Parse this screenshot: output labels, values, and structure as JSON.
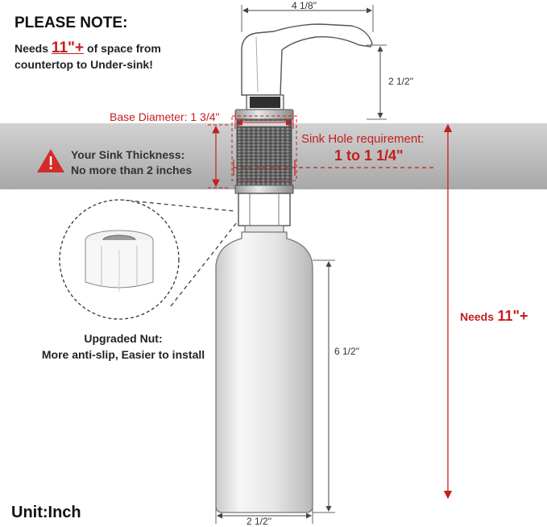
{
  "note": {
    "heading": "PLEASE NOTE:",
    "line1_prefix": "Needs",
    "line1_value": "11\"+",
    "line1_suffix": "of space from",
    "line2": "countertop to Under-sink!"
  },
  "dimensions": {
    "top_width": "4 1/8\"",
    "spout_height": "2 1/2\"",
    "base_diameter": "Base Diameter: 1 3/4\"",
    "bottle_height": "6 1/2\"",
    "bottle_width": "2 1/2\""
  },
  "sink_hole": {
    "label": "Sink Hole requirement:",
    "value": "1 to 1 1/4\""
  },
  "warning": {
    "line1": "Your Sink Thickness:",
    "line2": "No more than 2 inches"
  },
  "total": {
    "prefix": "Needs",
    "value": "11\"+"
  },
  "nut": {
    "title": "Upgraded Nut:",
    "subtitle": "More anti-slip, Easier to install"
  },
  "unit": "Unit:Inch",
  "colors": {
    "accent_red": "#c41e1e",
    "sink_band": "#bcbcbc"
  }
}
